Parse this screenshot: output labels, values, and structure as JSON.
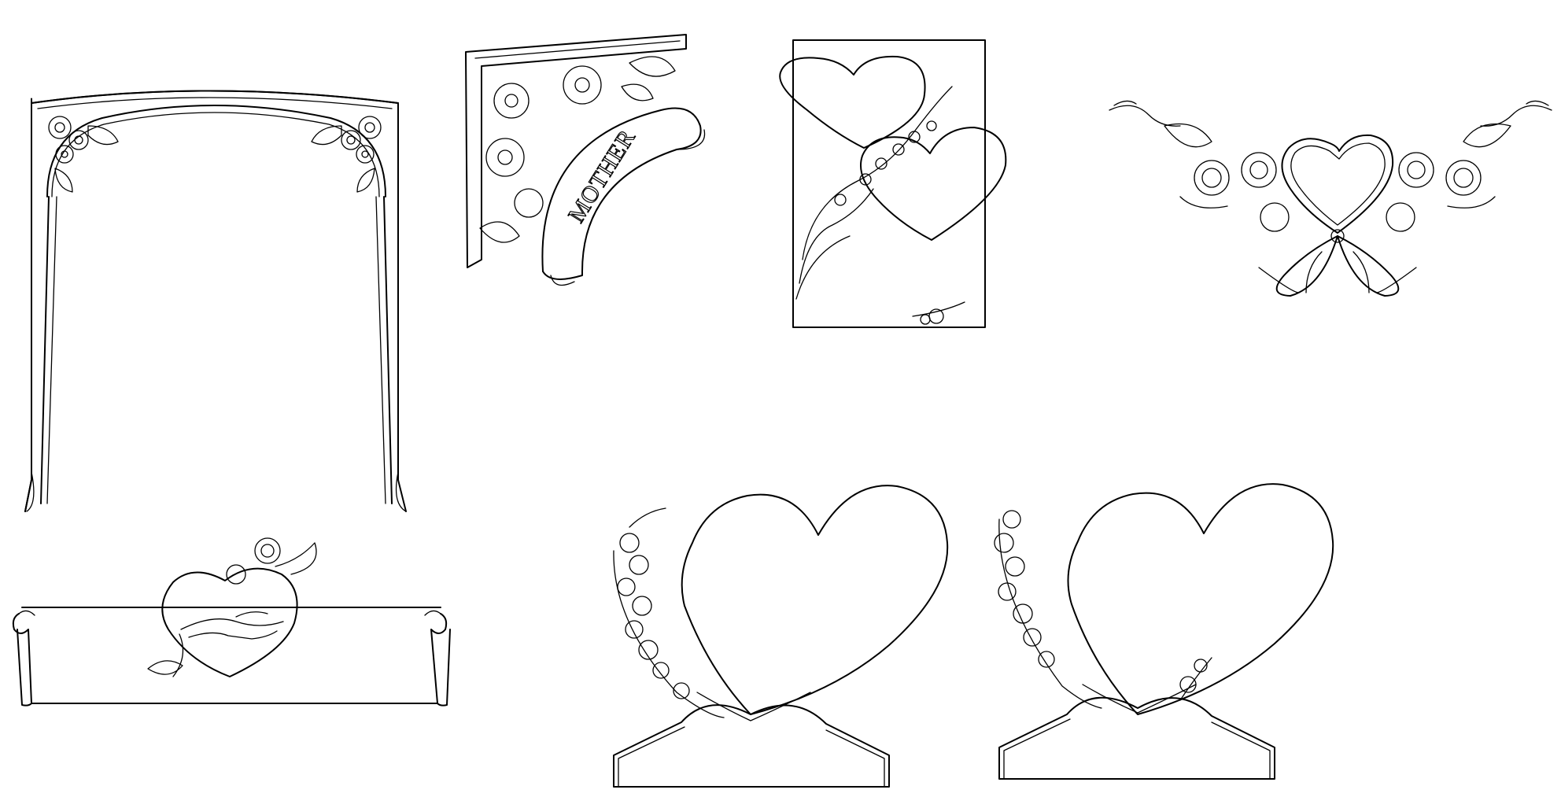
{
  "drawing": {
    "background": "#ffffff",
    "line_color": "#000000",
    "motifs": [
      {
        "id": "arch-frame",
        "icon": "floral-arch-frame"
      },
      {
        "id": "mother-corner",
        "icon": "floral-corner-banner",
        "text": "MOTHER"
      },
      {
        "id": "double-hearts",
        "icon": "double-heart-panel"
      },
      {
        "id": "heart-roses-bow",
        "icon": "heart-rose-bow-garland"
      },
      {
        "id": "scroll-clasped-hands",
        "icon": "scroll-banner-heart-hands"
      },
      {
        "id": "heart-tablet-left",
        "icon": "heart-tablet-roses-left"
      },
      {
        "id": "heart-tablet-right",
        "icon": "heart-tablet-roses-right"
      }
    ]
  }
}
